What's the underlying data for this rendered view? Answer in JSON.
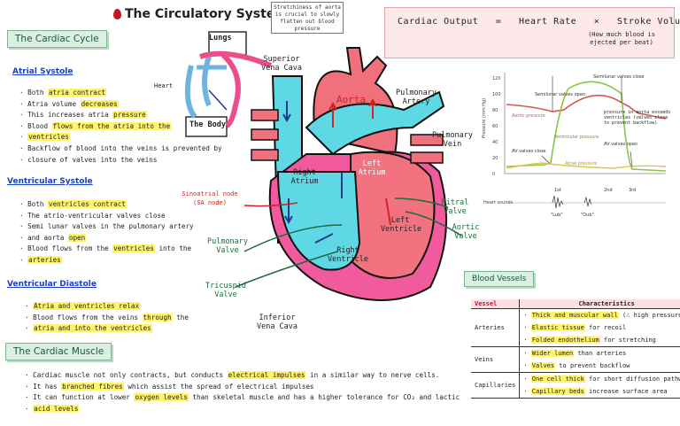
{
  "title": "The Circulatory System",
  "cardiac_cycle": {
    "heading": "The Cardiac Cycle",
    "atrial_systole": {
      "label": "Atrial Systole",
      "items": [
        [
          "Both ",
          "atria contract",
          ""
        ],
        [
          "Atria volume ",
          "decreases",
          ""
        ],
        [
          "This increases atria ",
          "pressure",
          ""
        ],
        [
          "Blood ",
          "flows from the atria into the",
          ""
        ],
        [
          "",
          "ventricles",
          ""
        ],
        [
          "Backflow of blood into the veins is prevented by",
          "",
          ""
        ],
        [
          "closure of valves into the veins",
          "",
          ""
        ]
      ]
    },
    "ventricular_systole": {
      "label": "Ventricular Systole",
      "items": [
        [
          "Both ",
          "ventricles contract",
          ""
        ],
        [
          "The atrio-ventricular valves close",
          "",
          ""
        ],
        [
          "Semi lunar valves in the pulmonary artery",
          "",
          ""
        ],
        [
          "and aorta ",
          "open",
          ""
        ],
        [
          "Blood flows from the ",
          "ventricles",
          " into the"
        ],
        [
          "",
          "arteries",
          ""
        ]
      ]
    },
    "ventricular_diastole": {
      "label": "Ventricular Diastole",
      "items": [
        [
          "",
          "Atria and ventricles relax",
          ""
        ],
        [
          "Blood flows from the veins ",
          "through",
          " the"
        ],
        [
          "",
          "atria and into the ventricles",
          ""
        ]
      ]
    }
  },
  "cardiac_muscle": {
    "heading": "The Cardiac Muscle",
    "items": [
      [
        "Cardiac muscle not only contracts, but conducts ",
        "electrical impulses",
        " in a similar way to nerve cells."
      ],
      [
        "It has ",
        "branched fibres",
        " which assist the spread of electrical impulses"
      ],
      [
        "It can function at lower ",
        "oxygen levels",
        " than skeletal muscle and has a higher tolerance for CO₂ and lactic"
      ],
      [
        "",
        "acid levels",
        ""
      ]
    ]
  },
  "heart_labels": {
    "note": "Stretchiness of aorta is crucial to slowly flatten out blood pressure",
    "lungs": "Lungs",
    "the_body": "The Body",
    "heart": "Heart",
    "superior_vena_cava": "Superior Vena Cava",
    "aorta": "Aorta",
    "pulmonary_artery": "Pulmonary Artery",
    "pulmonary_vein": "Pulmonary Vein",
    "left_atrium": "Left Atrium",
    "right_atrium": "Right Atrium",
    "left_ventricle": "Left Ventricle",
    "right_ventricle": "Right Ventricle",
    "sa_node": "Sinoatrial node (SA node)",
    "mitral_valve": "Mitral Valve",
    "aortic_valve": "Aortic Valve",
    "pulmonary_valve": "Pulmonary Valve",
    "tricuspid_valve": "Tricuspid Valve",
    "inferior_vena_cava": "Inferior Vena Cava"
  },
  "formula": {
    "lhs": "Cardiac Output",
    "eq": "=",
    "a": "Heart Rate",
    "times": "×",
    "b": "Stroke Volume",
    "note": "(How much blood is ejected per beat)"
  },
  "graph": {
    "ylabel": "Pressure (mm Hg)",
    "yticks": [
      "120",
      "100",
      "80",
      "60",
      "40",
      "20",
      "0"
    ],
    "semilunar_open": "Semilunar valves open",
    "semilunar_close": "Semilunar valves close",
    "aortic_pressure": "Aortic pressure",
    "ventricular_pressure": "Ventricular pressure",
    "atrial_pressure": "Atrial pressure",
    "av_close": "AV valves close",
    "av_open": "AV valves open",
    "note": "pressure in aorta exceeds ventricles (valves close to prevent backflow)",
    "heart_sounds": "Heart sounds",
    "s1": "1st",
    "s2": "2nd",
    "s3": "3rd",
    "lub": "\"Lub\"",
    "dub": "\"Dub\""
  },
  "vessels": {
    "heading": "Blood Vessels",
    "col1": "Vessel",
    "col2": "Characteristics",
    "rows": [
      {
        "name": "Arteries",
        "items": [
          [
            "",
            "Thick and muscular wall",
            " (∴ high pressure)"
          ],
          [
            "",
            "Elastic tissue",
            " for recoil"
          ],
          [
            "",
            "Folded endothelium",
            " for stretching"
          ]
        ]
      },
      {
        "name": "Veins",
        "items": [
          [
            "",
            "Wider lumen",
            " than arteries"
          ],
          [
            "",
            "Valves",
            " to prevent backflow"
          ]
        ]
      },
      {
        "name": "Capillaries",
        "items": [
          [
            "",
            "One cell thick",
            " for short diffusion pathway"
          ],
          [
            "",
            "Capillary beds",
            " increase surface area"
          ]
        ]
      }
    ]
  }
}
